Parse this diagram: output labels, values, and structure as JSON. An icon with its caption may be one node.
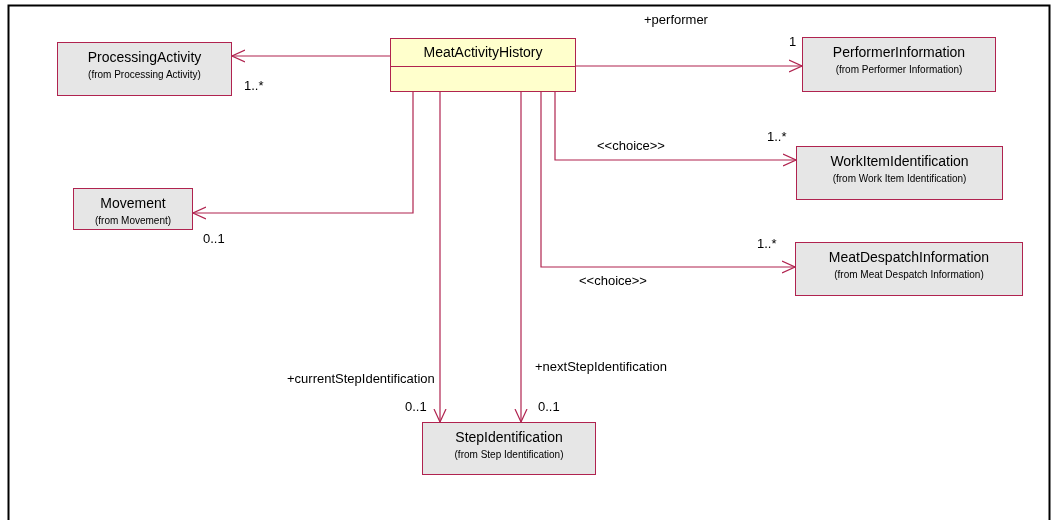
{
  "diagram": {
    "nodes": [
      {
        "text": [
          "MeatActivityHistory"
        ]
      },
      {
        "text": [
          "ProcessingActivity",
          "(from Processing Activity)"
        ]
      },
      {
        "text": [
          "PerformerInformation",
          "(from Performer Information)"
        ]
      },
      {
        "text": [
          "Movement",
          "(from Movement)"
        ]
      },
      {
        "text": [
          "WorkItemIdentification",
          "(from Work Item Identification)"
        ]
      },
      {
        "text": [
          "MeatDespatchInformation",
          "(from Meat Despatch Information)"
        ]
      },
      {
        "text": [
          "StepIdentification",
          "(from Step Identification)"
        ]
      }
    ],
    "edges": [
      {
        "from": 0,
        "to": 1,
        "arrow": "to"
      },
      {
        "from": 0,
        "to": 2,
        "arrow": "to",
        "label": "+performer"
      },
      {
        "from": 0,
        "to": 3,
        "arrow": "to"
      },
      {
        "from": 0,
        "to": 4,
        "arrow": "to",
        "label": "<<choice>>"
      },
      {
        "from": 0,
        "to": 5,
        "arrow": "to",
        "label": "<<choice>>"
      },
      {
        "from": 0,
        "to": 6,
        "arrow": "to",
        "label": "+currentStepIdentification"
      },
      {
        "from": 0,
        "to": 6,
        "arrow": "to",
        "label": "+nextStepIdentification"
      }
    ],
    "labels": [
      "1",
      "1..*",
      "1..*",
      "0..1",
      "1..*",
      "0..1",
      "0..1"
    ]
  }
}
